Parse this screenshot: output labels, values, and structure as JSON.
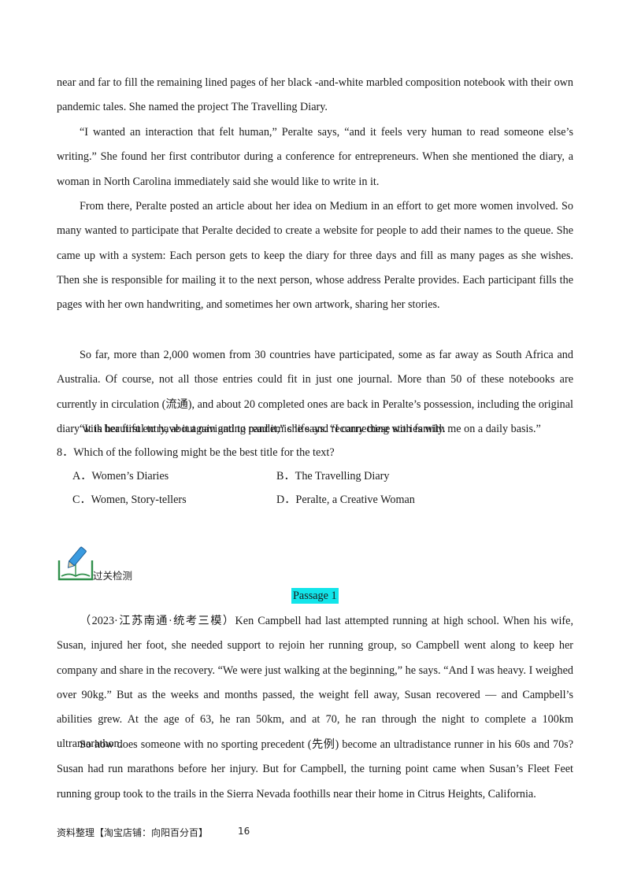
{
  "paragraphs_top": [
    "near and far to fill the remaining lined pages of her black -and-white marbled composition notebook with their own pandemic tales. She named the project The Travelling Diary.",
    "“I wanted an interaction that felt human,” Peralte says, “and it feels very human to read someone else’s writing.” She found her first contributor during a conference for entrepreneurs. When she mentioned the diary, a woman in North Carolina immediately said she would like to write in it.",
    "From there, Peralte posted an article about her idea on Medium in an effort to get more women involved. So many wanted to participate that Peralte decided to create a website for people to add their names to the queue. She came up with a system: Each person gets to keep the diary for three days and fill as many pages as she wishes. Then she is responsible for mailing it to the next person, whose address Peralte provides. Each participant fills the pages with her own handwriting, and sometimes her own artwork, sharing her stories.",
    "So far, more than 2,000 women from 30 countries have participated, some as far away as South Africa and Australia. Of course, not all those entries could fit in just one journal. More than 50 of these notebooks are currently in circulation (流通), and about 20 completed ones are back in Peralte’s possession, including the original diary with her first entry, about navigating pandemic life and reconnecting with family.",
    "“It is beautiful to have it again and to read it,” she says. “I carry these stories with me on a daily basis.”"
  ],
  "question": {
    "text": "8．Which of the following might be the best title for the text?",
    "options": {
      "a": "A．Women’s Diaries",
      "b": "B．The Travelling Diary",
      "c": "C．Women, Story-tellers",
      "d": "D．Peralte, a Creative Woman"
    }
  },
  "section": {
    "label": "过关检测"
  },
  "passage": {
    "label": "Passage  1",
    "paragraphs": [
      "（2023·江苏南通·统考三模）Ken Campbell had last attempted running at high school. When his wife, Susan, injured her foot, she needed support to rejoin her running group, so Campbell went along to keep her company and share in the recovery. “We were just walking at the beginning,” he says. “And I was heavy. I weighed over 90kg.” But as the weeks and months passed, the weight fell away, Susan recovered — and Campbell’s abilities grew. At the age of 63, he ran 50km, and at 70, he ran through the night to complete a 100km ultramarathon.",
      "So how does someone with no sporting precedent (先例) become an ultradistance runner in his 60s and 70s? Susan had run marathons before her injury. But for Campbell, the turning point came when Susan’s Fleet Feet running group took to the trails in the Sierra Nevada foothills near their home in Citrus Heights, California."
    ]
  },
  "footer": {
    "text": "资料整理【淘宝店铺：向阳百分百】",
    "page_number": "16"
  }
}
